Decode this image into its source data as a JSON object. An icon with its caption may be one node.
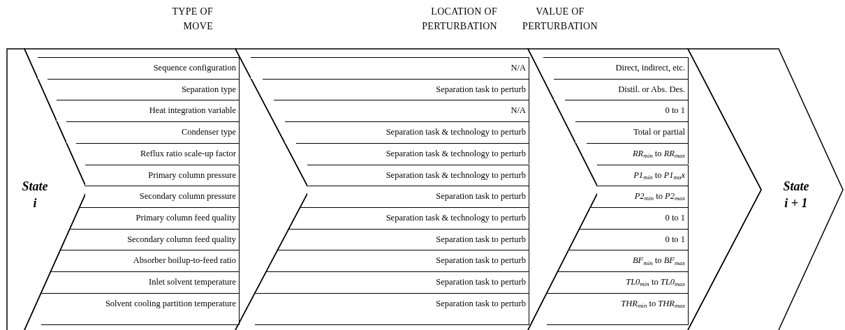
{
  "diagram": {
    "nodes": [
      {
        "text": [
          "State i"
        ]
      },
      {
        "text": [
          "TYPE OF MOVE"
        ]
      },
      {
        "text": [
          "LOCATION OF PERTURBATION"
        ]
      },
      {
        "text": [
          "VALUE OF PERTURBATION"
        ]
      },
      {
        "text": [
          "State i + 1"
        ]
      },
      {
        "text": [
          "Sequence configuration"
        ],
        "in": 1
      },
      {
        "text": [
          "Separation type"
        ],
        "in": 1
      },
      {
        "text": [
          "Heat integration variable"
        ],
        "in": 1
      },
      {
        "text": [
          "Condenser type"
        ],
        "in": 1
      },
      {
        "text": [
          "Reflux ratio scale-up factor"
        ],
        "in": 1
      },
      {
        "text": [
          "Primary column pressure"
        ],
        "in": 1
      },
      {
        "text": [
          "Secondary column pressure"
        ],
        "in": 1
      },
      {
        "text": [
          "Primary column feed quality"
        ],
        "in": 1
      },
      {
        "text": [
          "Secondary column feed quality"
        ],
        "in": 1
      },
      {
        "text": [
          "Absorber boilup-to-feed ratio"
        ],
        "in": 1
      },
      {
        "text": [
          "Inlet solvent temperature"
        ],
        "in": 1
      },
      {
        "text": [
          "Solvent cooling partition temperature"
        ],
        "in": 1
      },
      {
        "text": [
          "N/A"
        ],
        "in": 2
      },
      {
        "text": [
          "Separation task to perturb"
        ],
        "in": 2
      },
      {
        "text": [
          "N/A"
        ],
        "in": 2
      },
      {
        "text": [
          "Separation task & technology to perturb"
        ],
        "in": 2
      },
      {
        "text": [
          "Separation task & technology to perturb"
        ],
        "in": 2
      },
      {
        "text": [
          "Separation task & technology to perturb"
        ],
        "in": 2
      },
      {
        "text": [
          "Separation task to perturb"
        ],
        "in": 2
      },
      {
        "text": [
          "Separation task & technology to perturb"
        ],
        "in": 2
      },
      {
        "text": [
          "Separation task to perturb"
        ],
        "in": 2
      },
      {
        "text": [
          "Separation task to perturb"
        ],
        "in": 2
      },
      {
        "text": [
          "Separation task to perturb"
        ],
        "in": 2
      },
      {
        "text": [
          "Separation task to perturb"
        ],
        "in": 2
      },
      {
        "text": [
          "Direct, indirect, etc."
        ],
        "in": 3
      },
      {
        "text": [
          "Distil. or Abs. Des."
        ],
        "in": 3
      },
      {
        "text": [
          "0 to 1"
        ],
        "in": 3
      },
      {
        "text": [
          "Total or partial"
        ],
        "in": 3
      },
      {
        "text": [
          "*RR*$_{min}$ to *RR*$_{max}$"
        ],
        "in": 3
      },
      {
        "text": [
          "*P1*$_{min}$ to *P1*$_{ma}$*x*"
        ],
        "in": 3
      },
      {
        "text": [
          "*P2*$_{min}$ to *P2*$_{max}$"
        ],
        "in": 3
      },
      {
        "text": [
          "0 to 1"
        ],
        "in": 3
      },
      {
        "text": [
          "0 to 1"
        ],
        "in": 3
      },
      {
        "text": [
          "*BF*$_{min}$ to *BF*$_{max}$"
        ],
        "in": 3
      },
      {
        "text": [
          "*TL0*$_{min}$ to *TL0*$_{max}$"
        ],
        "in": 3
      },
      {
        "text": [
          "*THR*$_{min}$ to *THR*$_{max}$"
        ],
        "in": 3
      }
    ]
  }
}
